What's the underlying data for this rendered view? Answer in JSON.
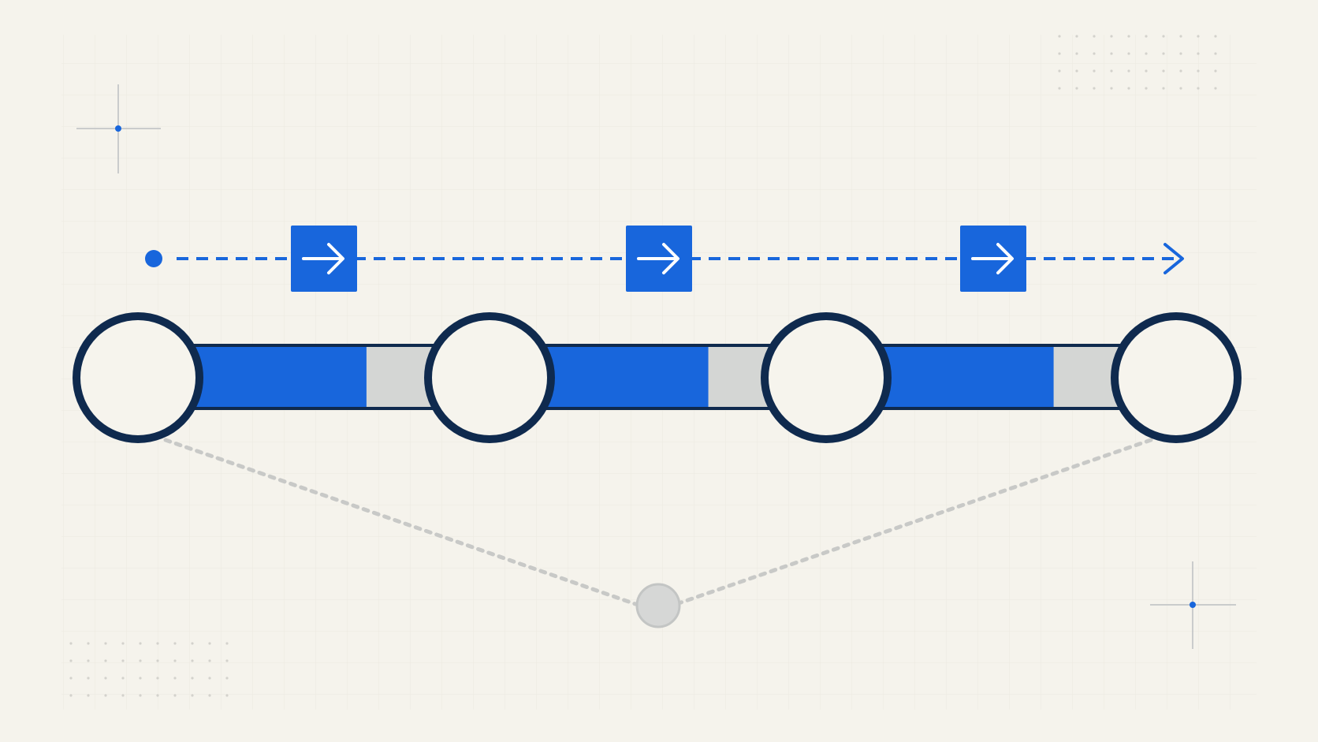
{
  "colors": {
    "background": "#f5f3ec",
    "grid": "#e9e6de",
    "accent_blue": "#1866dc",
    "navy": "#0f2a4e",
    "track_gray": "#d4d6d4",
    "node_fill": "#f6f4ed",
    "connector_gray": "#c8c9c7",
    "crosshair_gray": "#bcbfc2",
    "dot_pattern": "#d3d2cc",
    "arrow_white": "#ffffff"
  },
  "icons": {
    "step_arrow": "arrow-right-icon",
    "flow_end": "chevron-right-icon",
    "flow_start": "dot-icon",
    "marker": "crosshair-icon"
  },
  "progress_segments": [
    {
      "fill_fraction": 0.65
    },
    {
      "fill_fraction": 0.65
    },
    {
      "fill_fraction": 0.65
    }
  ],
  "nodes": [
    {
      "role": "stage"
    },
    {
      "role": "stage"
    },
    {
      "role": "stage"
    },
    {
      "role": "stage"
    }
  ],
  "step_arrows": [
    {
      "icon": "arrow-right-icon"
    },
    {
      "icon": "arrow-right-icon"
    },
    {
      "icon": "arrow-right-icon"
    }
  ]
}
